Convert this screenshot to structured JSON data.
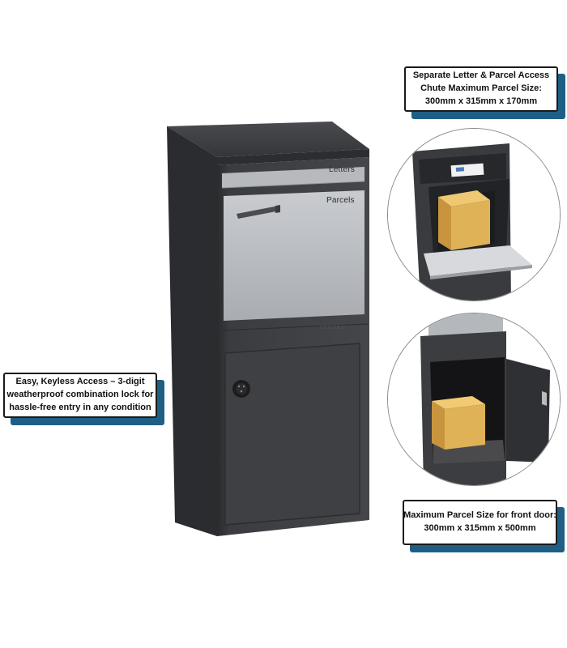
{
  "callouts": {
    "top": {
      "lines": [
        "Separate Letter & Parcel Access",
        "Chute Maximum Parcel Size:",
        "300mm x 315mm x 170mm"
      ]
    },
    "left": {
      "lines": [
        "Easy, Keyless Access – 3-digit",
        "weatherproof combination lock for",
        "hassle-free entry in any condition"
      ]
    },
    "bottom": {
      "lines": [
        "Maximum Parcel Size for front door:",
        "300mm x 315mm x 500mm"
      ]
    }
  },
  "mailbox": {
    "letters_label": "Letters",
    "parcels_label": "Parcels",
    "brand": "SECURO"
  },
  "colors": {
    "body": "#3a3b3d",
    "panel": "#b9bcc0",
    "accent": "#1f5f86",
    "parcel": "#e0b257"
  }
}
